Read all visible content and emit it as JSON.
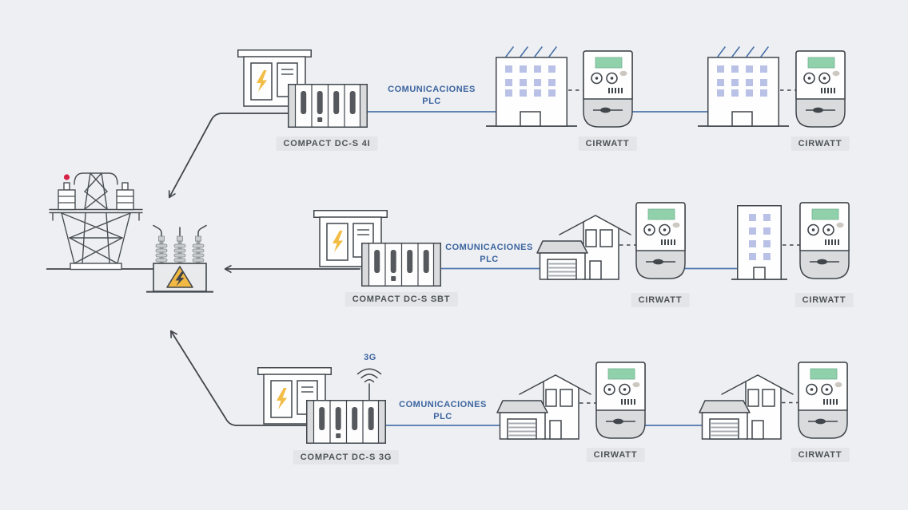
{
  "colors": {
    "background": "#edeff2",
    "outline": "#40464c",
    "accent_blue_line": "#4f76ad",
    "accent_blue_text": "#3c64a0",
    "window_blue": "#b9c2e6",
    "lcd_green": "#90d0ab",
    "warning_yellow": "#f2b844",
    "signal_red": "#d62246",
    "label_bg": "#e3e5e8",
    "label_text": "#4d5358",
    "fill_gray": "#d9dbdd"
  },
  "grid": {
    "tower_icon": "transmission-tower-icon",
    "transformer_icon": "transformer-icon"
  },
  "rows": [
    {
      "concentrator_label": "COMPACT DC-S 4I",
      "comms_line1": "COMUNICACIONES",
      "comms_line2": "PLC",
      "endpoints": [
        {
          "premise_icon": "office-building-icon",
          "meter_label": "CIRWATT"
        },
        {
          "premise_icon": "office-building-icon",
          "meter_label": "CIRWATT"
        }
      ]
    },
    {
      "concentrator_label": "COMPACT DC-S SBT",
      "comms_line1": "COMUNICACIONES",
      "comms_line2": "PLC",
      "endpoints": [
        {
          "premise_icon": "house-with-garage-icon",
          "meter_label": "CIRWATT"
        },
        {
          "premise_icon": "apartment-building-icon",
          "meter_label": "CIRWATT"
        }
      ]
    },
    {
      "concentrator_label": "COMPACT DC-S 3G",
      "antenna_label": "3G",
      "comms_line1": "COMUNICACIONES",
      "comms_line2": "PLC",
      "endpoints": [
        {
          "premise_icon": "house-with-garage-icon",
          "meter_label": "CIRWATT"
        },
        {
          "premise_icon": "house-with-garage-icon",
          "meter_label": "CIRWATT"
        }
      ]
    }
  ]
}
